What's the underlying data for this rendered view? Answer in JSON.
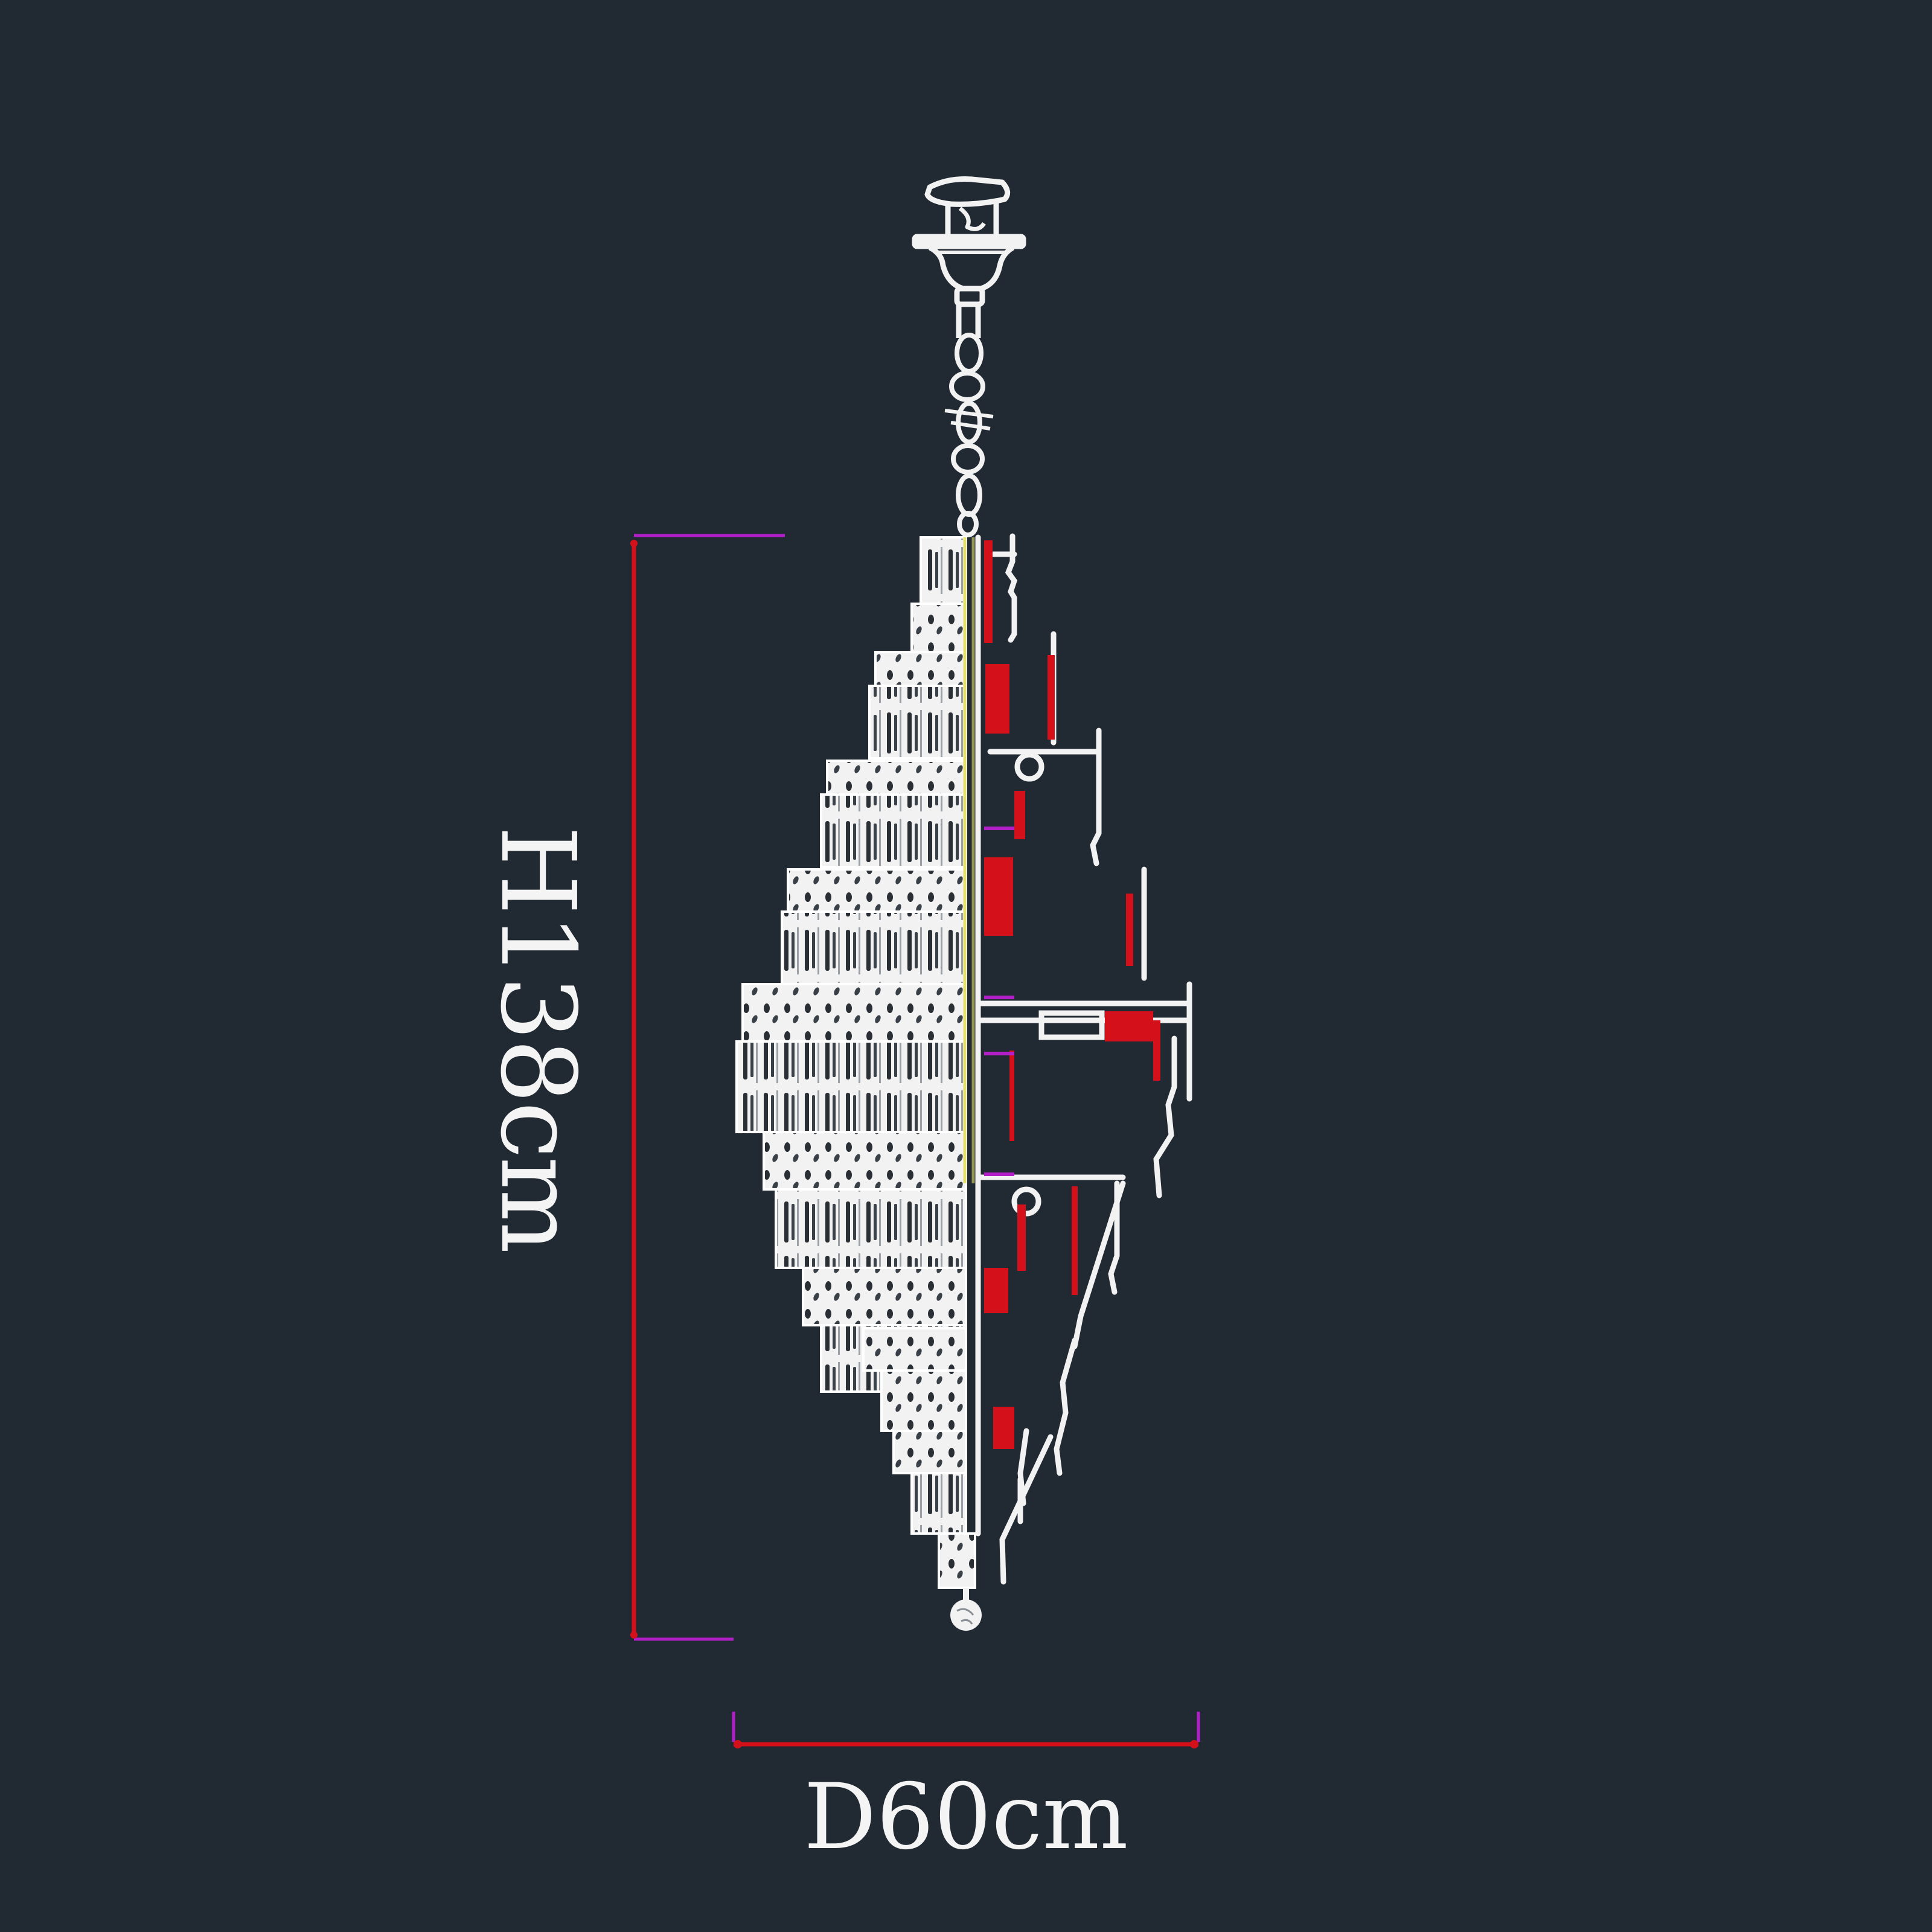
{
  "diagram": {
    "subject": "crystal chandelier",
    "view": "side elevation CAD drawing",
    "background_color": "#212932",
    "drawing_color": "#f2f2f2",
    "dimension_line_color": "#d4101a",
    "extension_line_color": "#b21ec8",
    "center_line_color": "#e4e06a"
  },
  "dimensions": {
    "height": {
      "label": "H138cm",
      "value": 138,
      "unit": "cm",
      "orientation": "vertical"
    },
    "diameter": {
      "label": "D60cm",
      "value": 60,
      "unit": "cm",
      "orientation": "horizontal"
    }
  },
  "parts": {
    "ceiling_mount": "canopy",
    "chain": "suspension chain",
    "tiers": 14,
    "finial": "crystal ball"
  }
}
